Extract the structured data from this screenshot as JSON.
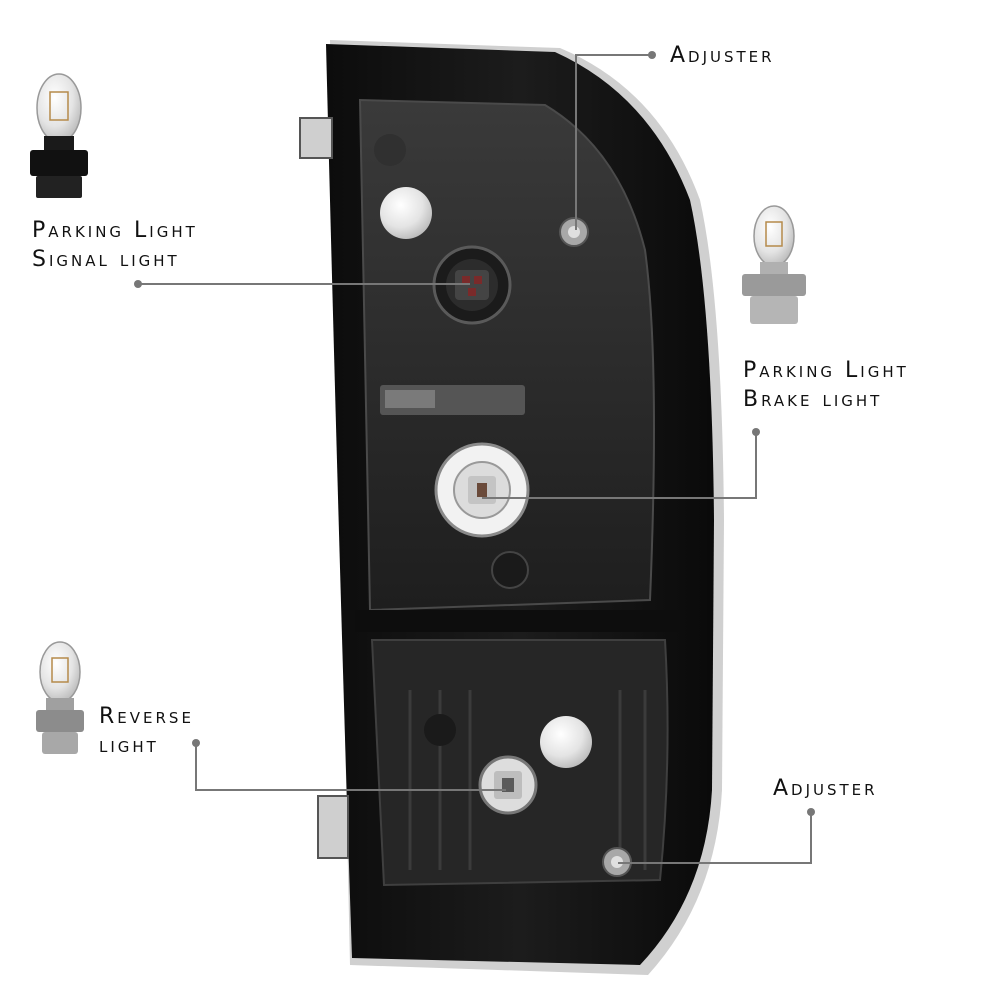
{
  "labels": {
    "adjuster_top": "Adjuster",
    "parking_signal": [
      "Parking Light",
      "Signal light"
    ],
    "parking_brake": [
      "Parking Light",
      "Brake light"
    ],
    "reverse": [
      "Reverse",
      "light"
    ],
    "adjuster_bottom": "Adjuster"
  },
  "colors": {
    "housing": "#121212",
    "housing_edge": "#2b2b2b",
    "chrome": "#d9d9d9",
    "leader_line": "#777777",
    "label_text": "#111111",
    "bulb_base": "#1a1a1a",
    "bulb_base_gray": "#9a9a9a",
    "glass": "#e9e9e9"
  },
  "icons": [
    "bulb-icon-black-base",
    "bulb-icon-gray-base",
    "bulb-icon-wedge",
    "screw-icon",
    "connector-plug-icon"
  ]
}
